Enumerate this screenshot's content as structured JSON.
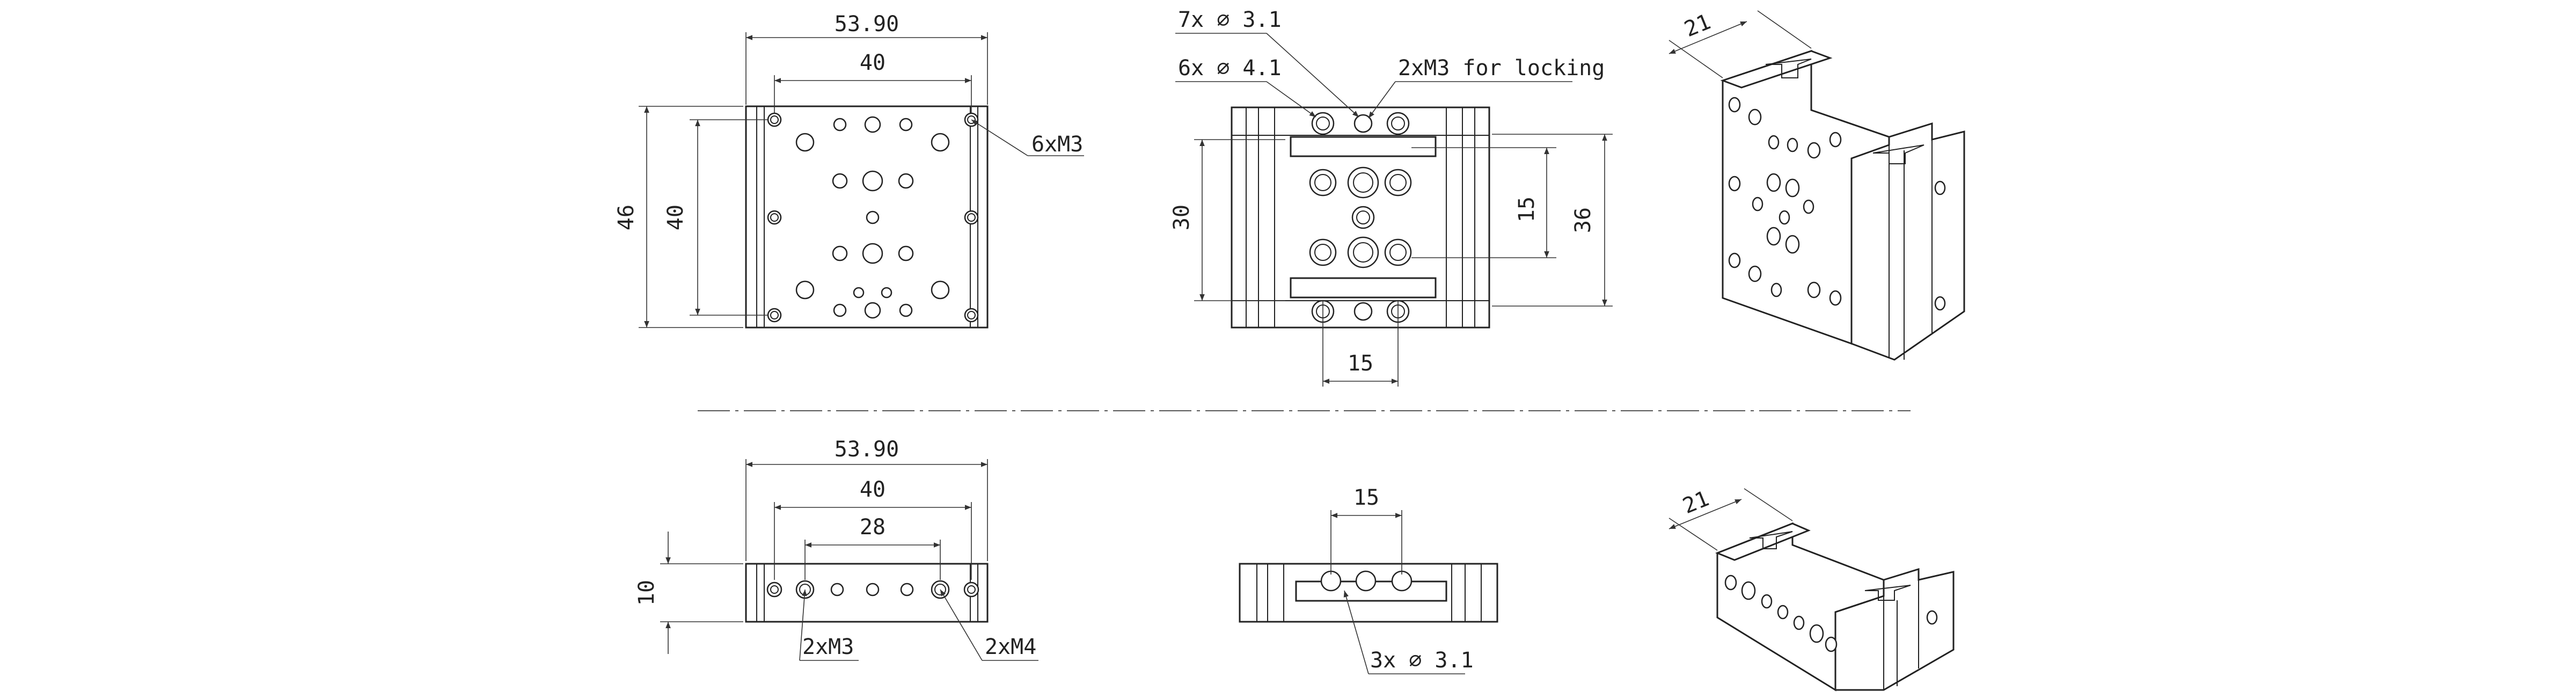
{
  "top_front": {
    "width_overall": "53.90",
    "width_holes": "40",
    "height_overall": "46",
    "height_holes": "40",
    "callout_holes": "6xM3"
  },
  "top_side": {
    "callout_a": "7x ⌀ 3.1",
    "callout_b": "6x ⌀ 4.1",
    "callout_c": "2xM3 for locking",
    "height_30": "30",
    "height_15": "15",
    "height_36": "36",
    "width_15": "15"
  },
  "top_iso": {
    "depth": "21"
  },
  "bottom_front": {
    "width_overall": "53.90",
    "width_holes": "40",
    "width_inner": "28",
    "height": "10",
    "callout_left": "2xM3",
    "callout_right": "2xM4"
  },
  "bottom_side": {
    "width_15": "15",
    "callout": "3x ⌀ 3.1"
  },
  "bottom_iso": {
    "depth": "21"
  }
}
